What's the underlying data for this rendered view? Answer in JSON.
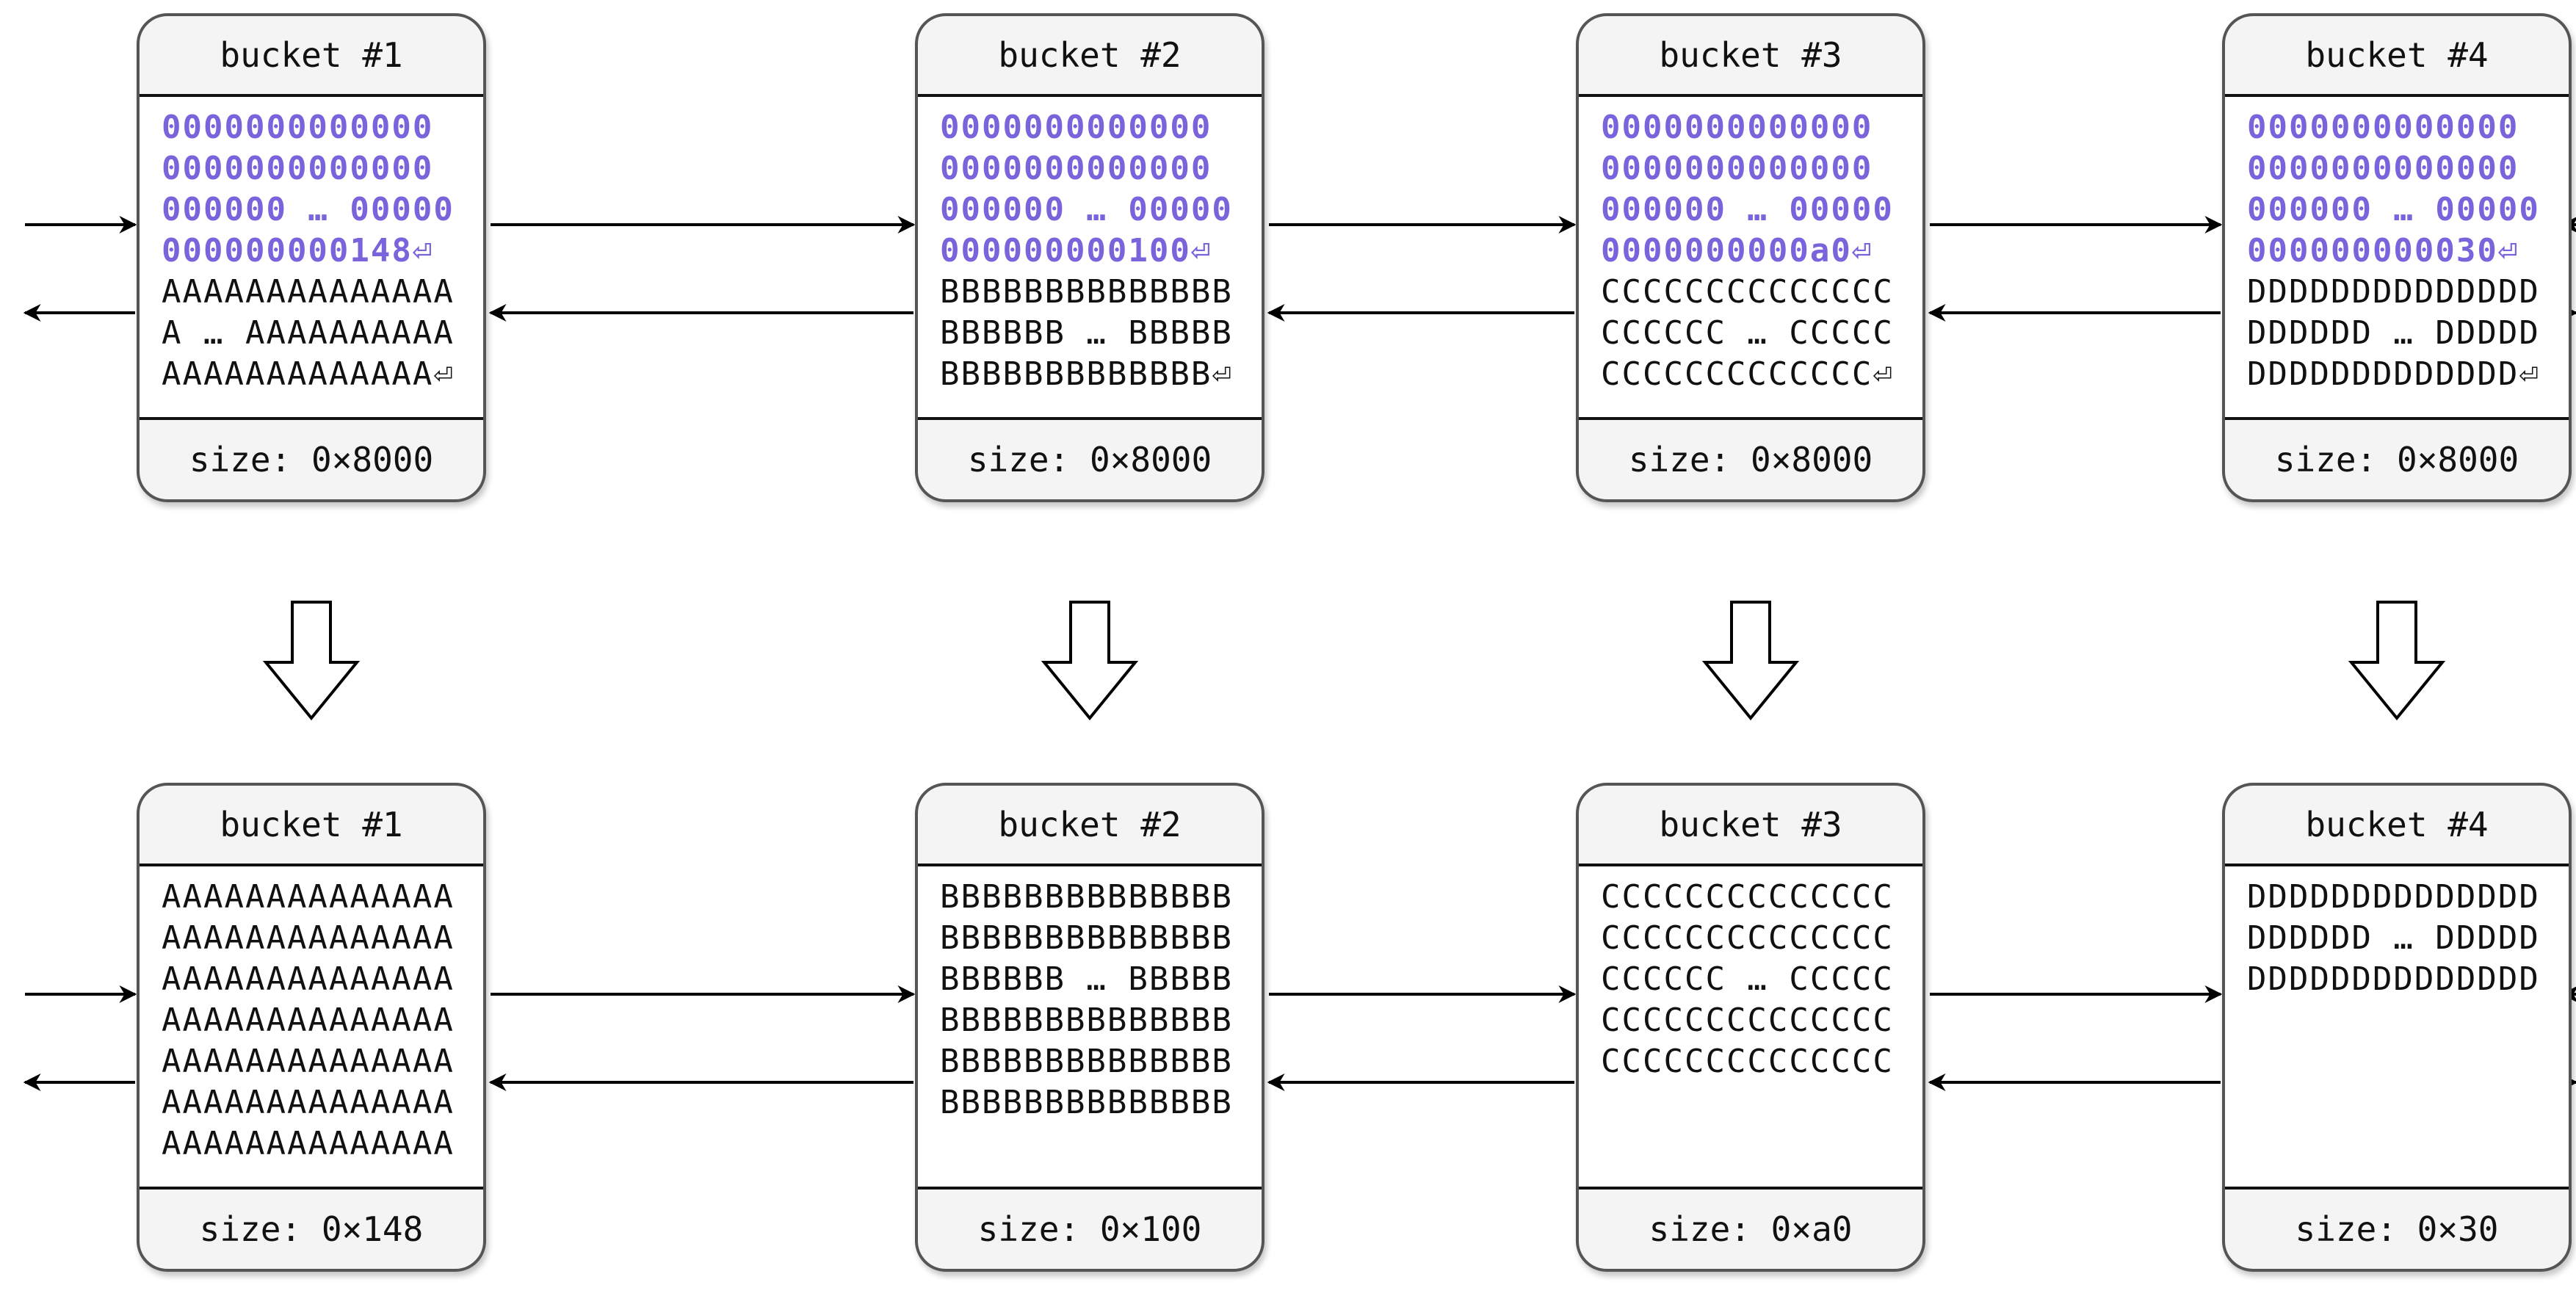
{
  "colors": {
    "header_text": "#7b63dc",
    "text": "#111111",
    "box_fill": "#f4f4f4",
    "box_border": "#555555"
  },
  "before": [
    {
      "title": "bucket #1",
      "header_lines": [
        "0000000000000",
        "0000000000000",
        "000000 … 00000",
        "000000000148⏎"
      ],
      "data_lines": [
        "AAAAAAAAAAAAAA",
        "A … AAAAAAAAAA",
        "AAAAAAAAAAAAA⏎"
      ],
      "size": "size: 0×8000"
    },
    {
      "title": "bucket #2",
      "header_lines": [
        "0000000000000",
        "0000000000000",
        "000000 … 00000",
        "000000000100⏎"
      ],
      "data_lines": [
        "BBBBBBBBBBBBBB",
        "BBBBBB … BBBBB",
        "BBBBBBBBBBBBB⏎"
      ],
      "size": "size: 0×8000"
    },
    {
      "title": "bucket #3",
      "header_lines": [
        "0000000000000",
        "0000000000000",
        "000000 … 00000",
        "0000000000a0⏎"
      ],
      "data_lines": [
        "CCCCCCCCCCCCCC",
        "CCCCCC … CCCCC",
        "CCCCCCCCCCCCC⏎"
      ],
      "size": "size: 0×8000"
    },
    {
      "title": "bucket #4",
      "header_lines": [
        "0000000000000",
        "0000000000000",
        "000000 … 00000",
        "000000000030⏎"
      ],
      "data_lines": [
        "DDDDDDDDDDDDDD",
        "DDDDDD … DDDDD",
        "DDDDDDDDDDDDD⏎"
      ],
      "size": "size: 0×8000"
    }
  ],
  "after": [
    {
      "title": "bucket #1",
      "header_lines": [],
      "data_lines": [
        "AAAAAAAAAAAAAA",
        "AAAAAAAAAAAAAA",
        "AAAAAAAAAAAAAA",
        "AAAAAAAAAAAAAA",
        "AAAAAAAAAAAAAA",
        "AAAAAAAAAAAAAA",
        "AAAAAAAAAAAAAA"
      ],
      "size": "size: 0×148"
    },
    {
      "title": "bucket #2",
      "header_lines": [],
      "data_lines": [
        "BBBBBBBBBBBBBB",
        "BBBBBBBBBBBBBB",
        "BBBBBB … BBBBB",
        "BBBBBBBBBBBBBB",
        "BBBBBBBBBBBBBB",
        "BBBBBBBBBBBBBB"
      ],
      "size": "size: 0×100"
    },
    {
      "title": "bucket #3",
      "header_lines": [],
      "data_lines": [
        "CCCCCCCCCCCCCC",
        "CCCCCCCCCCCCCC",
        "CCCCCC … CCCCC",
        "CCCCCCCCCCCCCC",
        "CCCCCCCCCCCCCC"
      ],
      "size": "size: 0×a0"
    },
    {
      "title": "bucket #4",
      "header_lines": [],
      "data_lines": [
        "DDDDDDDDDDDDDD",
        "DDDDDD … DDDDD",
        "DDDDDDDDDDDDDD"
      ],
      "size": "size: 0×30"
    }
  ]
}
